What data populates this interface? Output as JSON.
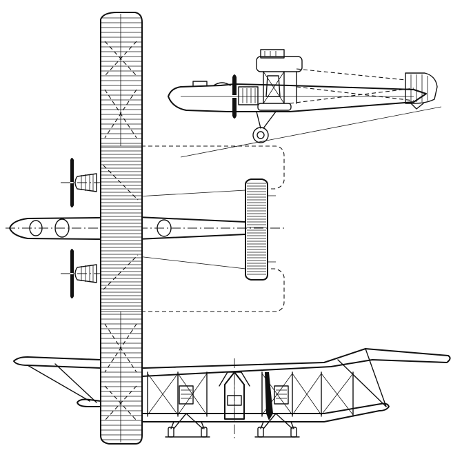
{
  "drawing": {
    "kind": "three-view-aircraft-drawing",
    "views": [
      "side-view",
      "plan-view",
      "front-view"
    ],
    "line_color": "#111111",
    "background_color": "#ffffff"
  }
}
